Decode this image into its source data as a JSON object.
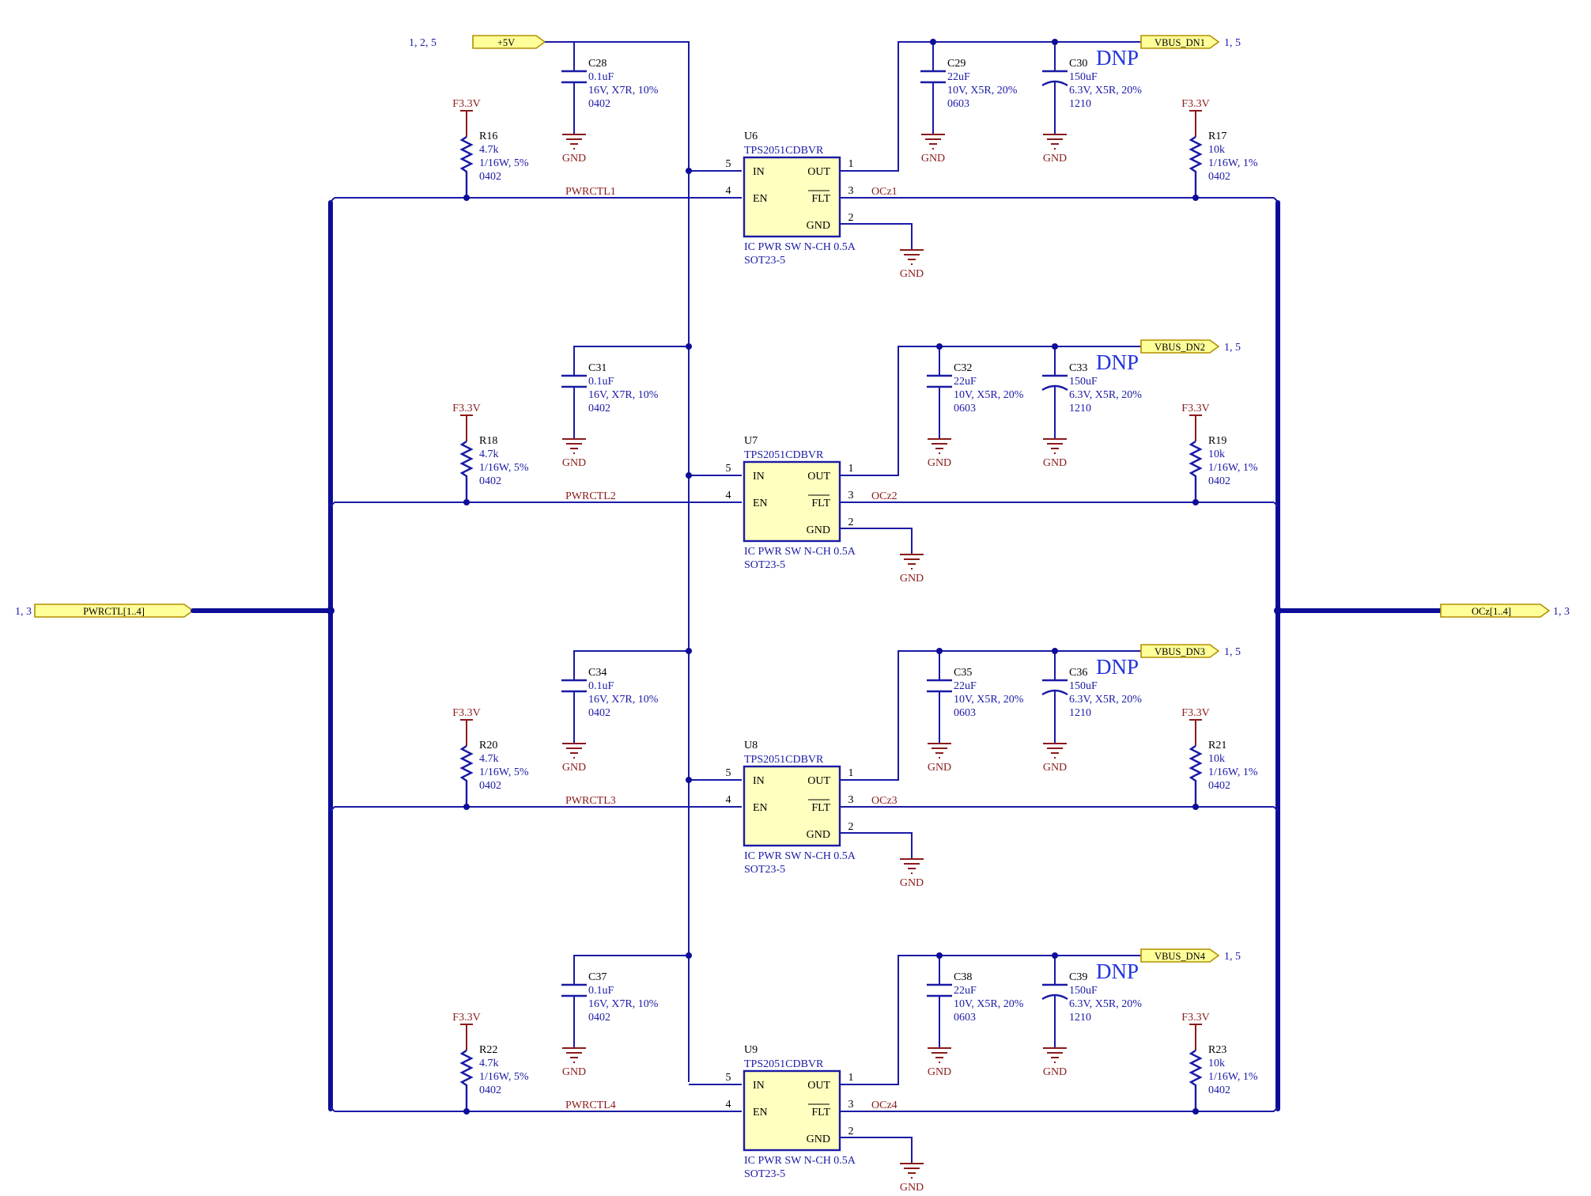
{
  "supply": {
    "label": "+5V",
    "refs": "1, 2, 5"
  },
  "ports": {
    "pwrctl": {
      "label": "PWRCTL[1..4]",
      "refs": "1, 3"
    },
    "ocz": {
      "label": "OCz[1..4]",
      "refs": "1, 3"
    }
  },
  "common": {
    "gnd": "GND",
    "f33": "F3.3V",
    "dnp": "DNP",
    "pin_in": "IN",
    "pin_en": "EN",
    "pin_out": "OUT",
    "pin_flt": "FLT",
    "pin_gnd": "GND",
    "pinnum_in": "5",
    "pinnum_en": "4",
    "pinnum_out": "1",
    "pinnum_flt": "3",
    "pinnum_gnd": "2"
  },
  "channels": [
    {
      "ic": {
        "ref": "U6",
        "part": "TPS2051CDBVR",
        "desc": "IC PWR SW N-CH 0.5A",
        "pkg": "SOT23-5"
      },
      "cin": {
        "ref": "C28",
        "val": "0.1uF",
        "rating": "16V, X7R, 10%",
        "pkg": "0402"
      },
      "cout1": {
        "ref": "C29",
        "val": "22uF",
        "rating": "10V, X5R, 20%",
        "pkg": "0603"
      },
      "cout2": {
        "ref": "C30",
        "val": "150uF",
        "rating": "6.3V, X5R, 20%",
        "pkg": "1210"
      },
      "r_en": {
        "ref": "R16",
        "val": "4.7k",
        "rating": "1/16W, 5%",
        "pkg": "0402"
      },
      "r_flt": {
        "ref": "R17",
        "val": "10k",
        "rating": "1/16W, 1%",
        "pkg": "0402"
      },
      "en_net": "PWRCTL1",
      "flt_net": "OCz1",
      "vbus": "VBUS_DN1",
      "vbus_refs": "1, 5"
    },
    {
      "ic": {
        "ref": "U7",
        "part": "TPS2051CDBVR",
        "desc": "IC PWR SW N-CH 0.5A",
        "pkg": "SOT23-5"
      },
      "cin": {
        "ref": "C31",
        "val": "0.1uF",
        "rating": "16V, X7R, 10%",
        "pkg": "0402"
      },
      "cout1": {
        "ref": "C32",
        "val": "22uF",
        "rating": "10V, X5R, 20%",
        "pkg": "0603"
      },
      "cout2": {
        "ref": "C33",
        "val": "150uF",
        "rating": "6.3V, X5R, 20%",
        "pkg": "1210"
      },
      "r_en": {
        "ref": "R18",
        "val": "4.7k",
        "rating": "1/16W, 5%",
        "pkg": "0402"
      },
      "r_flt": {
        "ref": "R19",
        "val": "10k",
        "rating": "1/16W, 1%",
        "pkg": "0402"
      },
      "en_net": "PWRCTL2",
      "flt_net": "OCz2",
      "vbus": "VBUS_DN2",
      "vbus_refs": "1, 5"
    },
    {
      "ic": {
        "ref": "U8",
        "part": "TPS2051CDBVR",
        "desc": "IC PWR SW N-CH 0.5A",
        "pkg": "SOT23-5"
      },
      "cin": {
        "ref": "C34",
        "val": "0.1uF",
        "rating": "16V, X7R, 10%",
        "pkg": "0402"
      },
      "cout1": {
        "ref": "C35",
        "val": "22uF",
        "rating": "10V, X5R, 20%",
        "pkg": "0603"
      },
      "cout2": {
        "ref": "C36",
        "val": "150uF",
        "rating": "6.3V, X5R, 20%",
        "pkg": "1210"
      },
      "r_en": {
        "ref": "R20",
        "val": "4.7k",
        "rating": "1/16W, 5%",
        "pkg": "0402"
      },
      "r_flt": {
        "ref": "R21",
        "val": "10k",
        "rating": "1/16W, 1%",
        "pkg": "0402"
      },
      "en_net": "PWRCTL3",
      "flt_net": "OCz3",
      "vbus": "VBUS_DN3",
      "vbus_refs": "1, 5"
    },
    {
      "ic": {
        "ref": "U9",
        "part": "TPS2051CDBVR",
        "desc": "IC PWR SW N-CH 0.5A",
        "pkg": "SOT23-5"
      },
      "cin": {
        "ref": "C37",
        "val": "0.1uF",
        "rating": "16V, X7R, 10%",
        "pkg": "0402"
      },
      "cout1": {
        "ref": "C38",
        "val": "22uF",
        "rating": "10V, X5R, 20%",
        "pkg": "0603"
      },
      "cout2": {
        "ref": "C39",
        "val": "150uF",
        "rating": "6.3V, X5R, 20%",
        "pkg": "1210"
      },
      "r_en": {
        "ref": "R22",
        "val": "4.7k",
        "rating": "1/16W, 5%",
        "pkg": "0402"
      },
      "r_flt": {
        "ref": "R23",
        "val": "10k",
        "rating": "1/16W, 1%",
        "pkg": "0402"
      },
      "en_net": "PWRCTL4",
      "flt_net": "OCz4",
      "vbus": "VBUS_DN4",
      "vbus_refs": "1, 5"
    }
  ]
}
